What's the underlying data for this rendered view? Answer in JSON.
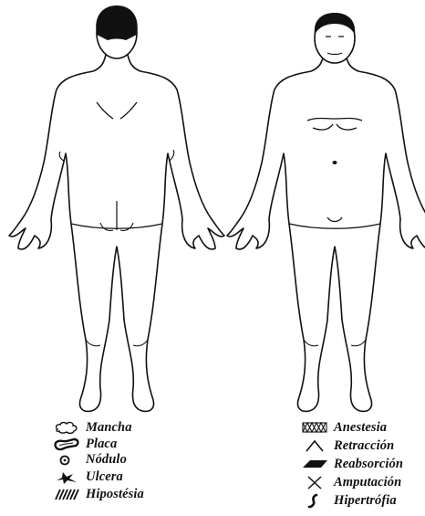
{
  "legend_left": [
    {
      "symbol": "mancha-symbol-icon",
      "label": "Mancha"
    },
    {
      "symbol": "placa-symbol-icon",
      "label": "Placa"
    },
    {
      "symbol": "nodulo-symbol-icon",
      "label": "Nódulo"
    },
    {
      "symbol": "ulcera-symbol-icon",
      "label": "Ulcera"
    },
    {
      "symbol": "hipostesia-symbol-icon",
      "label": "Hipostésia"
    }
  ],
  "legend_right": [
    {
      "symbol": "anestesia-symbol-icon",
      "label": "Anestesia"
    },
    {
      "symbol": "retraccion-symbol-icon",
      "label": "Retracción"
    },
    {
      "symbol": "reabsorcion-symbol-icon",
      "label": "Reabsorción"
    },
    {
      "symbol": "amputacion-symbol-icon",
      "label": "Amputación"
    },
    {
      "symbol": "hipertrofia-symbol-icon",
      "label": "Hipertrófia"
    }
  ],
  "colors": {
    "ink": "#111111",
    "paper": "#ffffff"
  }
}
